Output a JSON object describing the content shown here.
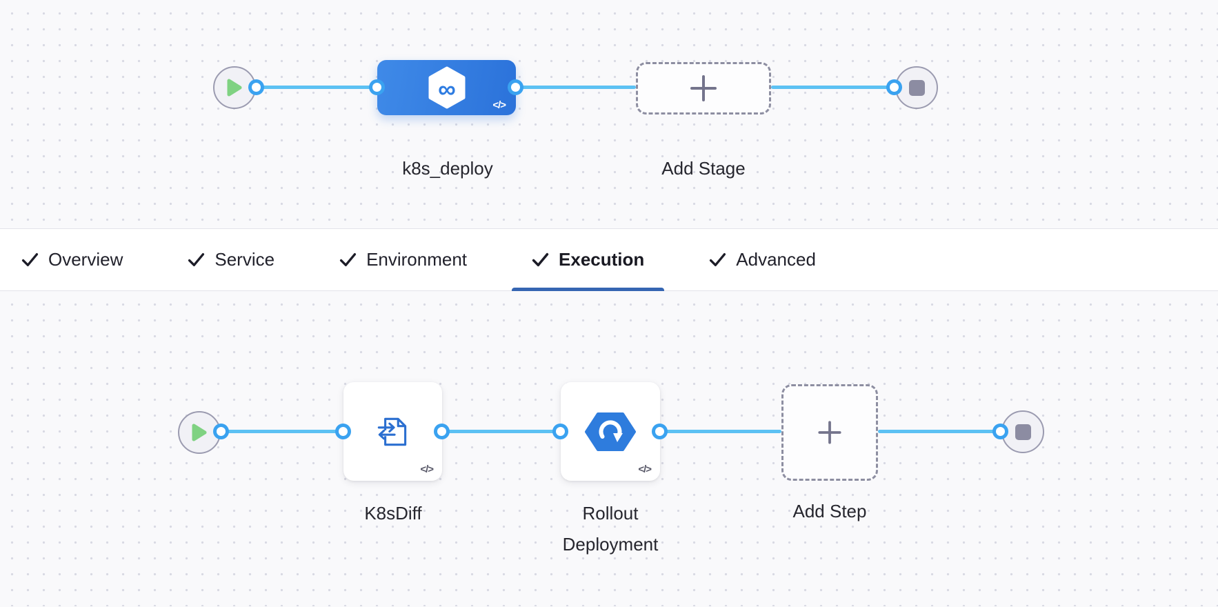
{
  "colors": {
    "canvas_bg": "#f9f9fb",
    "grid_dot": "#d8d9e3",
    "link_blue": "#5cc1f3",
    "port_ring_blue": "#3aa2f0",
    "stage_blue": "#2e7ce1",
    "step_icon_blue": "#2b6fd0",
    "active_tab_underline": "#3565b2",
    "play_green": "#7fd282",
    "stop_gray": "#8c8ca2",
    "dashed_border_gray": "#8d8ea1",
    "label_text": "#26262e"
  },
  "icons": {
    "code_label": "</>",
    "start": "play-triangle",
    "end": "stop-square",
    "stage": "harness-hexagon-infinity",
    "step_k8s_diff": "document-swap-arrows",
    "step_rollout": "hexagon-circular-arrow",
    "add": "plus",
    "tab_check": "checkmark"
  },
  "stage_graph": {
    "stage_label": "k8s_deploy",
    "add_stage_label": "Add Stage"
  },
  "tabs": {
    "active": "Execution",
    "items": [
      {
        "label": "Overview",
        "checked": true
      },
      {
        "label": "Service",
        "checked": true
      },
      {
        "label": "Environment",
        "checked": true
      },
      {
        "label": "Execution",
        "checked": true
      },
      {
        "label": "Advanced",
        "checked": true
      }
    ]
  },
  "execution_graph": {
    "step1_label": "K8sDiff",
    "step2_label": "Rollout Deployment",
    "add_step_label": "Add Step"
  }
}
